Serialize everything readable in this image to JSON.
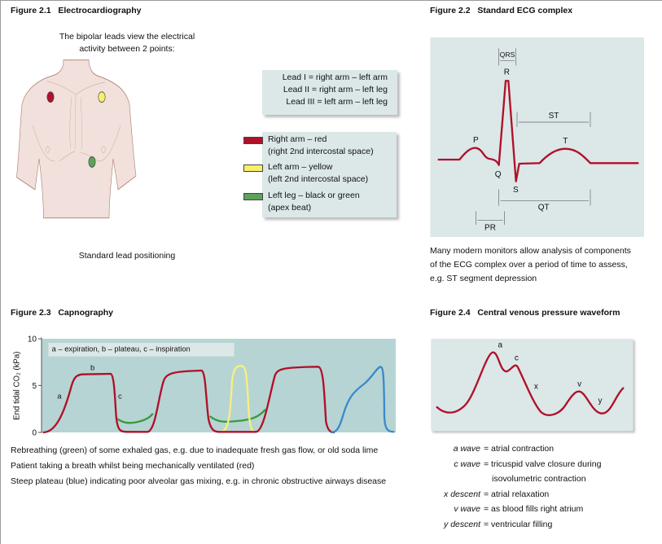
{
  "fig21": {
    "title": "Figure 2.1   Electrocardiography",
    "intro": [
      "The bipolar leads view the electrical",
      "activity between 2 points:"
    ],
    "leads": [
      "Lead I  = right arm – left arm",
      "Lead II  = right arm – left leg",
      "Lead III  = left arm – left leg"
    ],
    "legend": [
      {
        "color": "#b0102a",
        "lines": [
          "Right arm – red",
          "(right 2nd intercostal space)"
        ]
      },
      {
        "color": "#f7ef6a",
        "lines": [
          "Left arm – yellow",
          "(left 2nd intercostal space)"
        ]
      },
      {
        "color": "#5aa35a",
        "lines": [
          "Left leg – black or green",
          "(apex beat)"
        ]
      }
    ],
    "caption": "Standard lead positioning"
  },
  "fig22": {
    "title": "Figure 2.2   Standard ECG complex",
    "labels": {
      "qrs": "QRS",
      "r": "R",
      "p": "P",
      "t": "T",
      "q": "Q",
      "s": "S",
      "st": "ST",
      "qt": "QT",
      "pr": "PR"
    },
    "caption": [
      "Many modern monitors allow analysis of components",
      "of the ECG complex over a period of time to assess,",
      "e.g. ST segment depression"
    ]
  },
  "fig23": {
    "title": "Figure 2.3   Capnography",
    "ylabel": "End tidal CO₂ (kPa)",
    "yticks": [
      "10",
      "5",
      "0"
    ],
    "legend": "a – expiration,   b – plateau,   c – inspiration",
    "points": {
      "a": "a",
      "b": "b",
      "c": "c"
    },
    "colors": {
      "normal": "#b0102a",
      "rebreathing": "#3a9a3a",
      "breath": "#f7ef80",
      "copd": "#3b8ac8"
    },
    "captions": [
      "Rebreathing (green) of some exhaled gas, e.g. due to inadequate fresh gas flow, or old soda lime",
      "Patient taking a breath whilst being mechanically ventilated (red)",
      "Steep plateau (blue) indicating poor alveolar gas mixing, e.g. in chronic obstructive airways disease"
    ]
  },
  "fig24": {
    "title": "Figure 2.4   Central venous pressure waveform",
    "labels": {
      "a": "a",
      "c": "c",
      "x": "x",
      "v": "v",
      "y": "y"
    },
    "defs": [
      {
        "term": "a wave",
        "def": "= atrial contraction"
      },
      {
        "term": "c wave",
        "def": "= tricuspid valve closure during"
      },
      {
        "term": "",
        "def": "isovolumetric contraction"
      },
      {
        "term": "x descent",
        "def": "= atrial relaxation"
      },
      {
        "term": "v wave",
        "def": "= as blood fills right atrium"
      },
      {
        "term": "y descent",
        "def": "= ventricular filling"
      }
    ]
  }
}
